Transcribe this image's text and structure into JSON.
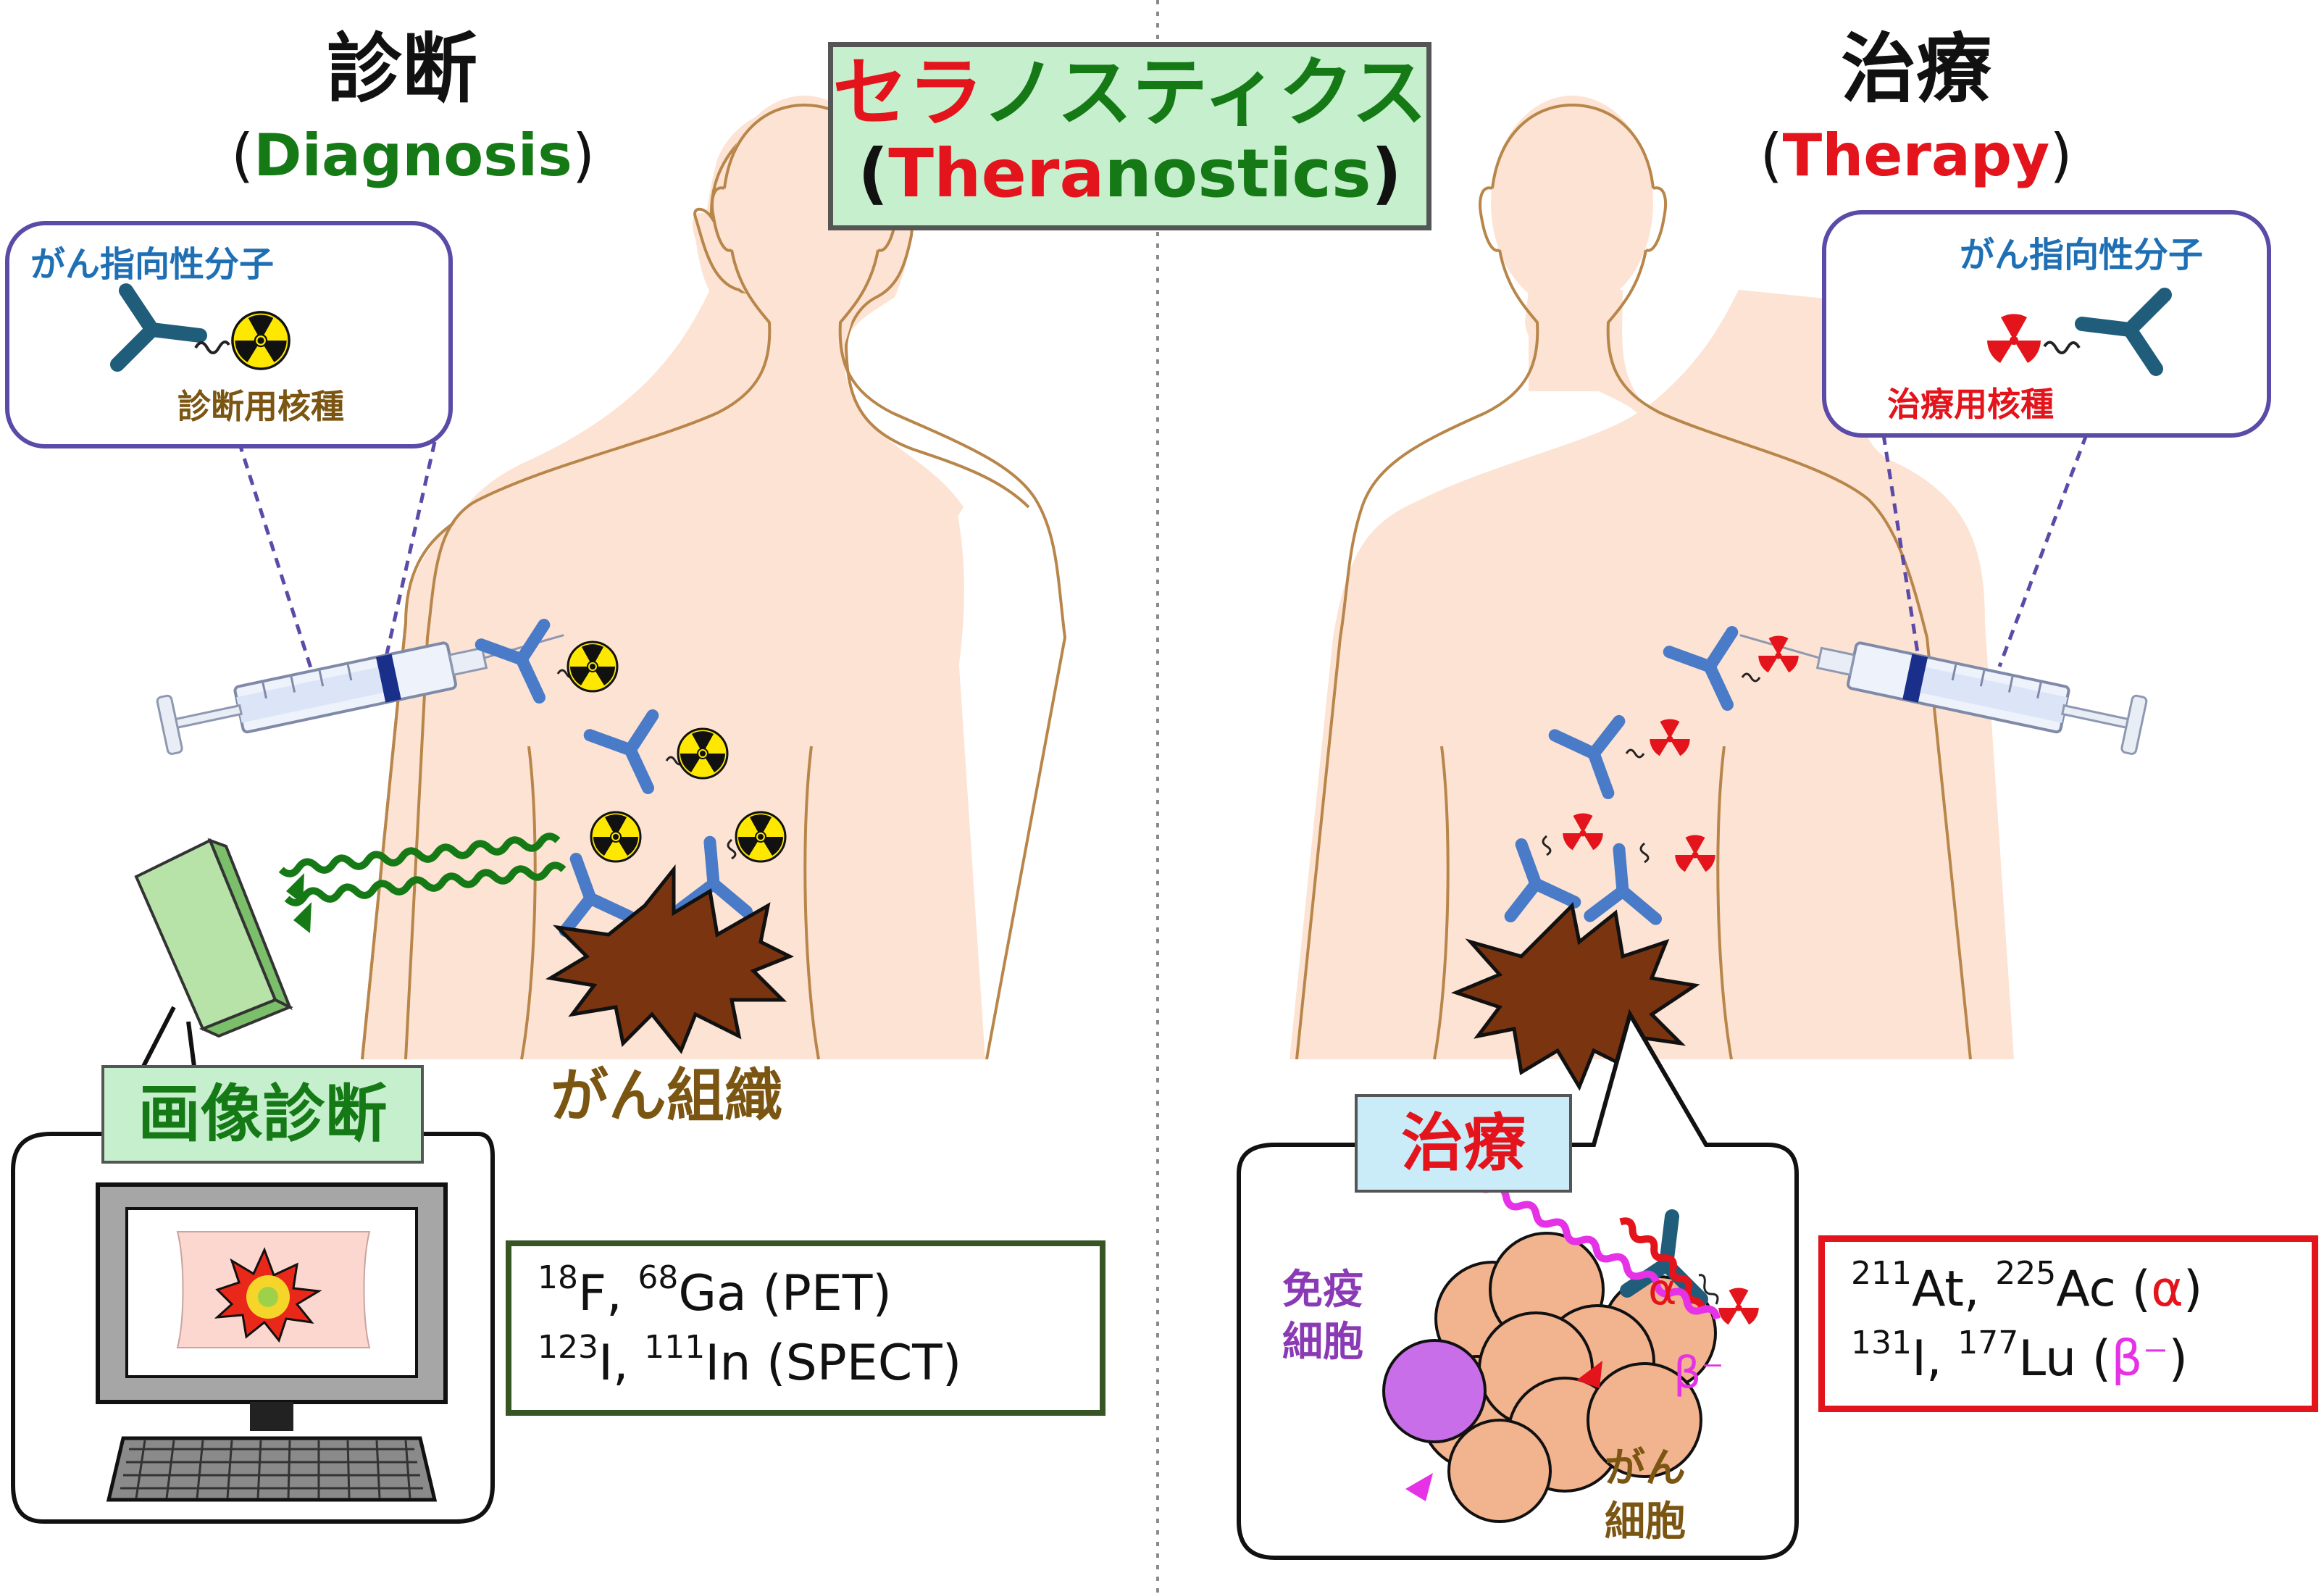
{
  "title_box": {
    "jp_red": "セラ",
    "jp_green": "ノスティクス",
    "paren_open": "(",
    "en_red": "Thera",
    "en_green": "nostics",
    "paren_close": ")"
  },
  "left": {
    "heading": "診断",
    "sub_open": "(",
    "sub": "Diagnosis",
    "sub_close": ")",
    "callout_molecule": "がん指向性分子",
    "callout_nuclide": "診断用核種",
    "imaging_label": "画像診断",
    "tumor_label": "がん組織",
    "isotopes": [
      {
        "a_mass": "18",
        "a_el": "F",
        "b_mass": "68",
        "b_el": "Ga",
        "tail": " (PET)"
      },
      {
        "a_mass": "123",
        "a_el": "I",
        "b_mass": "111",
        "b_el": "In",
        "tail": " (SPECT)"
      }
    ]
  },
  "right": {
    "heading": "治療",
    "sub_open": "(",
    "sub": "Therapy",
    "sub_close": ")",
    "callout_molecule": "がん指向性分子",
    "callout_nuclide": "治療用核種",
    "therapy_label": "治療",
    "immune_cell": "免疫\n細胞",
    "cancer_cell": "がん\n細胞",
    "alpha": "α",
    "beta": "β⁻",
    "isotopes": [
      {
        "a_mass": "211",
        "a_el": "At",
        "b_mass": "225",
        "b_el": "Ac",
        "open": " (",
        "sym": "α",
        "close": ")"
      },
      {
        "a_mass": "131",
        "a_el": "I",
        "b_mass": "177",
        "b_el": "Lu",
        "open": " (",
        "sym": "β⁻",
        "close": ")"
      }
    ]
  },
  "colors": {
    "red": "#e3141b",
    "green": "#157a16",
    "title_bg": "#c6efce",
    "blue_text": "#1f6fb5",
    "brown_text": "#7b5512",
    "tumor": "#7a3510",
    "skin": "#fde3d3",
    "skin_line": "#b8864a",
    "antibody": "#4a7bc8",
    "antibody_dark": "#1f5d7a",
    "callout_border": "#5b4aa8",
    "imaging_bg": "#c6efce",
    "therapy_bg": "#c9ecf8",
    "beta_color": "#e632e6",
    "purple": "#8a3ab5"
  }
}
